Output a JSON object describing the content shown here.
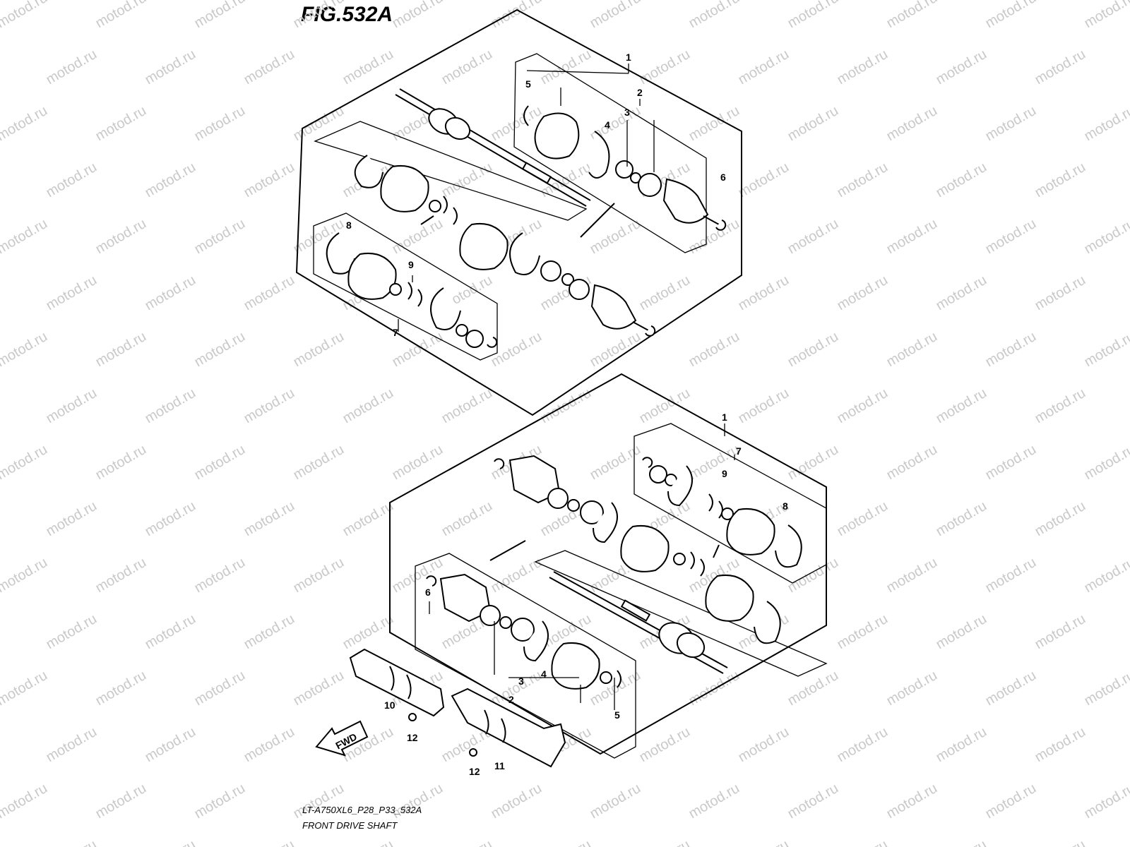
{
  "figure": {
    "title": "FIG.532A",
    "model_code": "LT-A750XL6_P28_P33_532A",
    "section_name": "FRONT DRIVE SHAFT",
    "watermark": "motod.ru",
    "fwd_label": "FWD"
  },
  "callouts": {
    "top": [
      "1",
      "2",
      "3",
      "4",
      "5",
      "6",
      "7",
      "8",
      "9"
    ],
    "bottom": [
      "1",
      "7",
      "9",
      "8",
      "6",
      "3",
      "4",
      "2",
      "5",
      "10",
      "11",
      "12",
      "12"
    ]
  },
  "colors": {
    "line": "#000000",
    "watermark": "#c9c9c9",
    "background": "#ffffff"
  }
}
